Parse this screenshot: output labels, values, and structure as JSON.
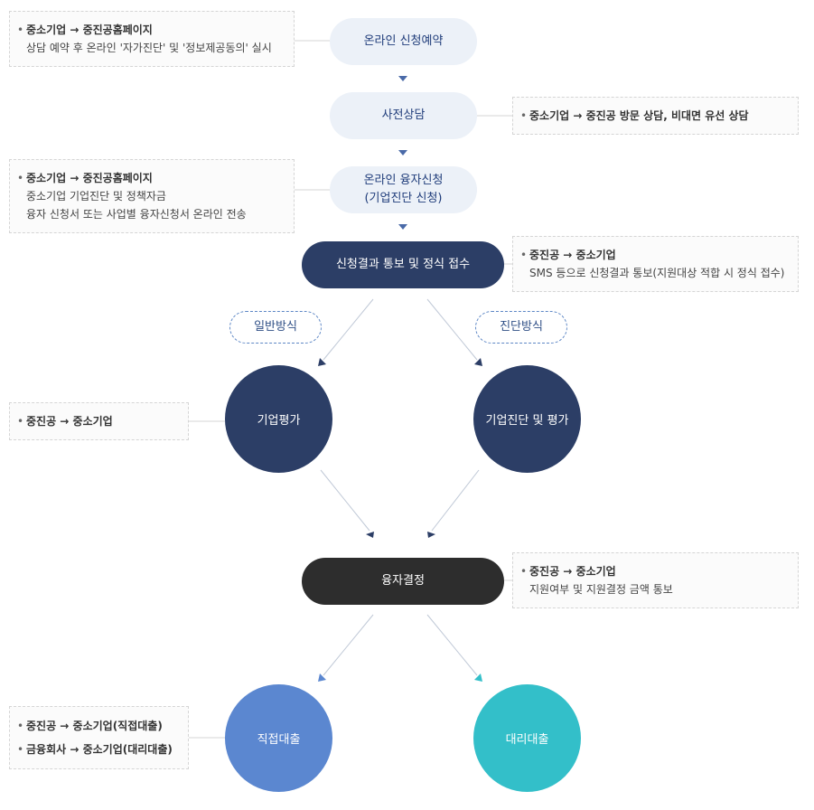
{
  "colors": {
    "light_pill": "#ecf1f8",
    "navy": "#2c3e66",
    "dark": "#2d2d2d",
    "blue_circle": "#5b87d0",
    "teal_circle": "#33bfc9",
    "arrow": "#4a6aa8"
  },
  "steps": {
    "online_reservation": "온라인 신청예약",
    "pre_consult": "사전상담",
    "online_application_1": "온라인 융자신청",
    "online_application_2": "(기업진단 신청)",
    "result_notice": "신청결과 통보 및 정식 접수",
    "general_method": "일반방식",
    "diagnosis_method": "진단방식",
    "company_evaluation": "기업평가",
    "company_diagnosis": "기업진단 및 평가",
    "loan_decision": "융자결정",
    "direct_loan": "직접대출",
    "agency_loan": "대리대출"
  },
  "notes": {
    "reservation": [
      "중소기업 → 중진공홈페이지",
      "상담 예약 후 온라인 '자가진단' 및 '정보제공동의' 실시"
    ],
    "consult": [
      "중소기업 → 중진공 방문 상담, 비대면 유선 상담"
    ],
    "application": [
      "중소기업 → 중진공홈페이지",
      "중소기업 기업진단 및 정책자금",
      "융자 신청서 또는 사업별 융자신청서 온라인 전송"
    ],
    "result": [
      "중진공 → 중소기업",
      "SMS 등으로 신청결과 통보(지원대상 적합 시 정식 접수)"
    ],
    "evaluation": [
      "중진공 → 중소기업"
    ],
    "decision": [
      "중진공 → 중소기업",
      "지원여부 및 지원결정 금액 통보"
    ],
    "loan_type": [
      "중진공 → 중소기업(직접대출)",
      "금융회사 → 중소기업(대리대출)"
    ]
  }
}
